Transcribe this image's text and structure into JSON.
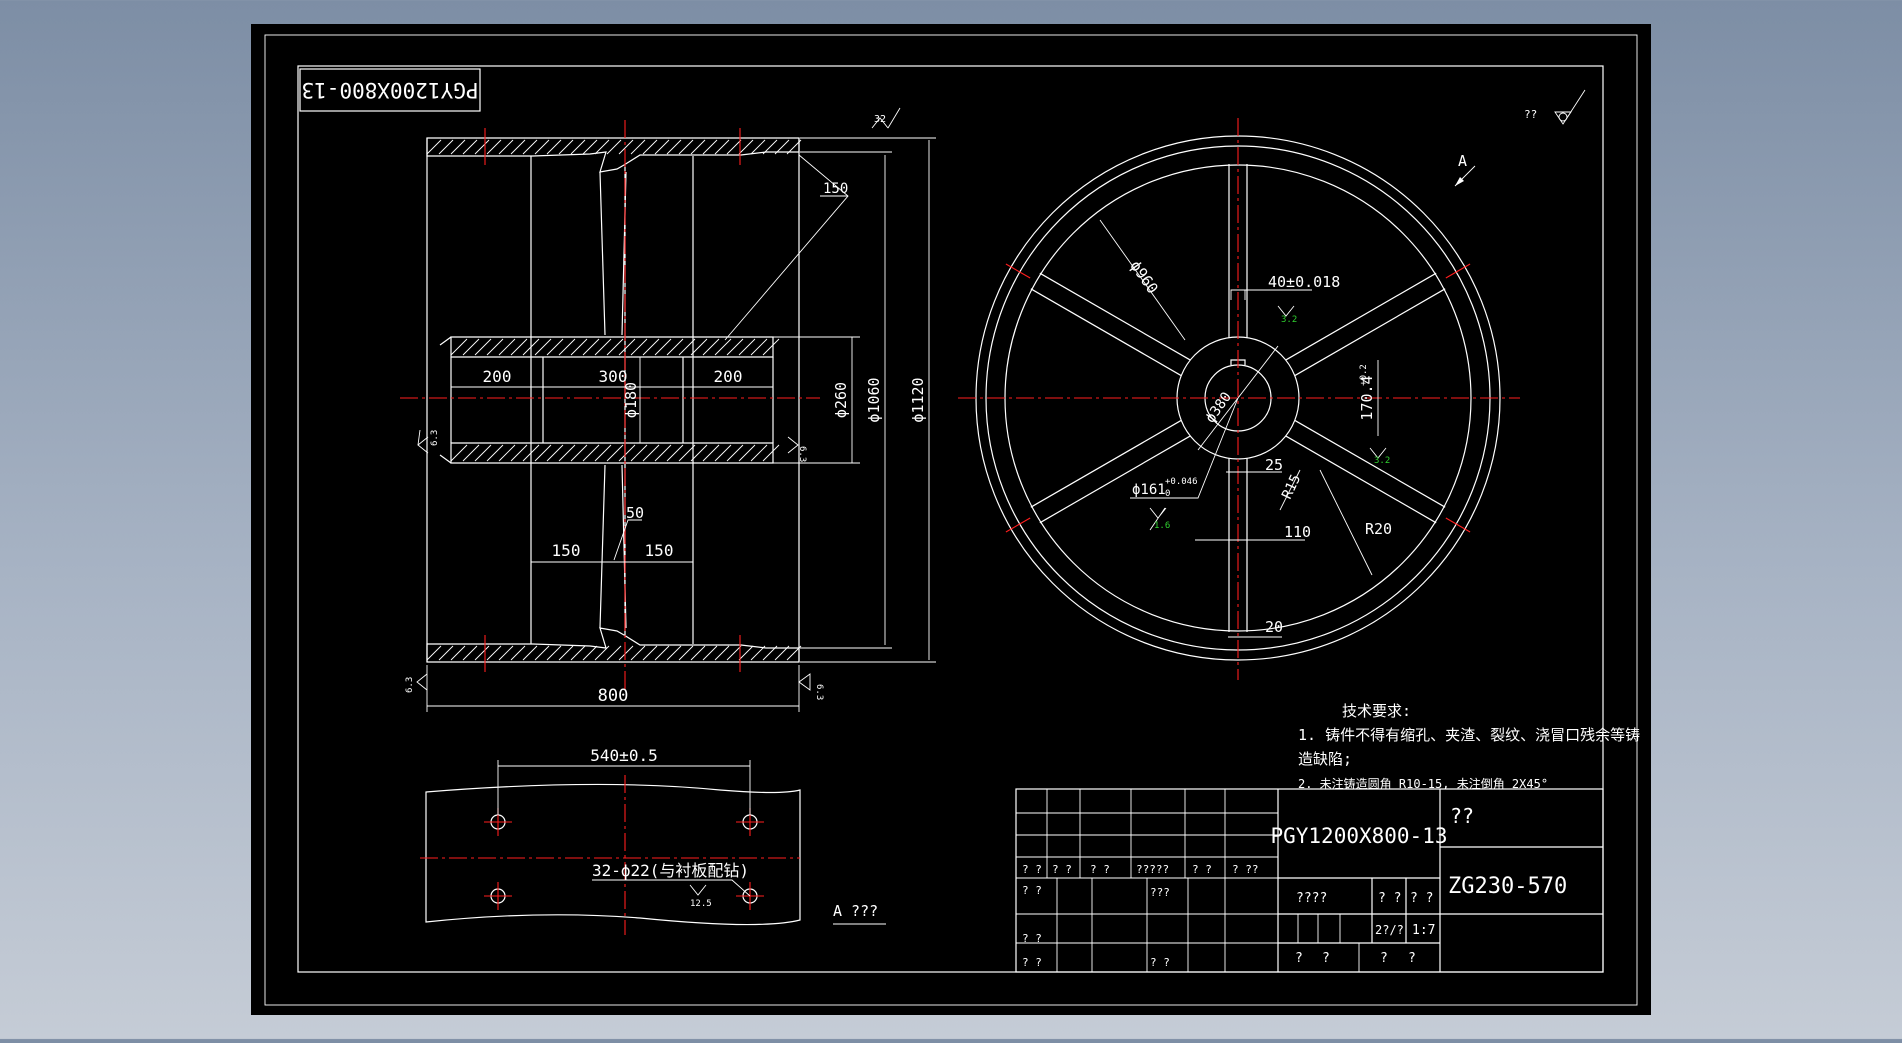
{
  "drawing": {
    "part_code_mirrored": "PGY1200X800-13",
    "colors": {
      "background": "#000000",
      "lines": "#ffffff",
      "center_lines": "#ff1e1e",
      "roughness": "#2fd12f"
    }
  },
  "side_view": {
    "dims": {
      "len_left": "200",
      "len_mid": "300",
      "len_right": "200",
      "bore": "ϕ180",
      "hub": "ϕ260",
      "rim_inner": "ϕ1060",
      "rim_outer": "ϕ1120",
      "web_left": "150",
      "web_right": "150",
      "web_thk": "50",
      "overall": "800",
      "taper": "150"
    },
    "roughness": {
      "top": "32",
      "left": "6.3",
      "right": "6.3",
      "bottom_left": "6.3",
      "bottom_right": "6.3"
    }
  },
  "front_view": {
    "dims": {
      "d960": "ϕ960",
      "keyway": "40±0.018",
      "d380": "ϕ380",
      "key_depth": "170.4",
      "key_tol": "+0.2",
      "d161": "ϕ161",
      "d161_tol_up": "+0.046",
      "d161_tol_low": "0",
      "r25": "25",
      "r15": "R15",
      "r20": "R20",
      "w110": "110",
      "w20": "20"
    },
    "roughness": {
      "keyway": "3.2",
      "key_depth": "3.2",
      "bore": "1.6"
    },
    "view_label": "A",
    "corner_symbol": "??"
  },
  "section_a": {
    "spacing": "540±0.5",
    "holes": "32-ϕ22(与衬板配钻)",
    "roughness": "12.5",
    "title": "A ???"
  },
  "notes": {
    "title": "技术要求:",
    "line1": "1. 铸件不得有缩孔、夹渣、裂纹、浇冒口残余等铸",
    "line2": "造缺陷;",
    "line3": "2. 未注铸造圆角 R10-15, 未注倒角 2X45°"
  },
  "title_block": {
    "drawing_no": "PGY1200X800-13",
    "name": "??",
    "material": "ZG230-570",
    "row_a": [
      "? ?",
      "? ?",
      "? ?",
      "?????",
      "? ?",
      "? ??"
    ],
    "cells": [
      "? ?",
      "???",
      "? ?",
      "? ?",
      "? ?"
    ],
    "stage_label": "????",
    "weight_label": "? ?",
    "scale_label": "? ?",
    "sheet_label": "2?/?",
    "scale": "1:7",
    "bottom": [
      "?",
      "?",
      "?",
      "?"
    ]
  }
}
